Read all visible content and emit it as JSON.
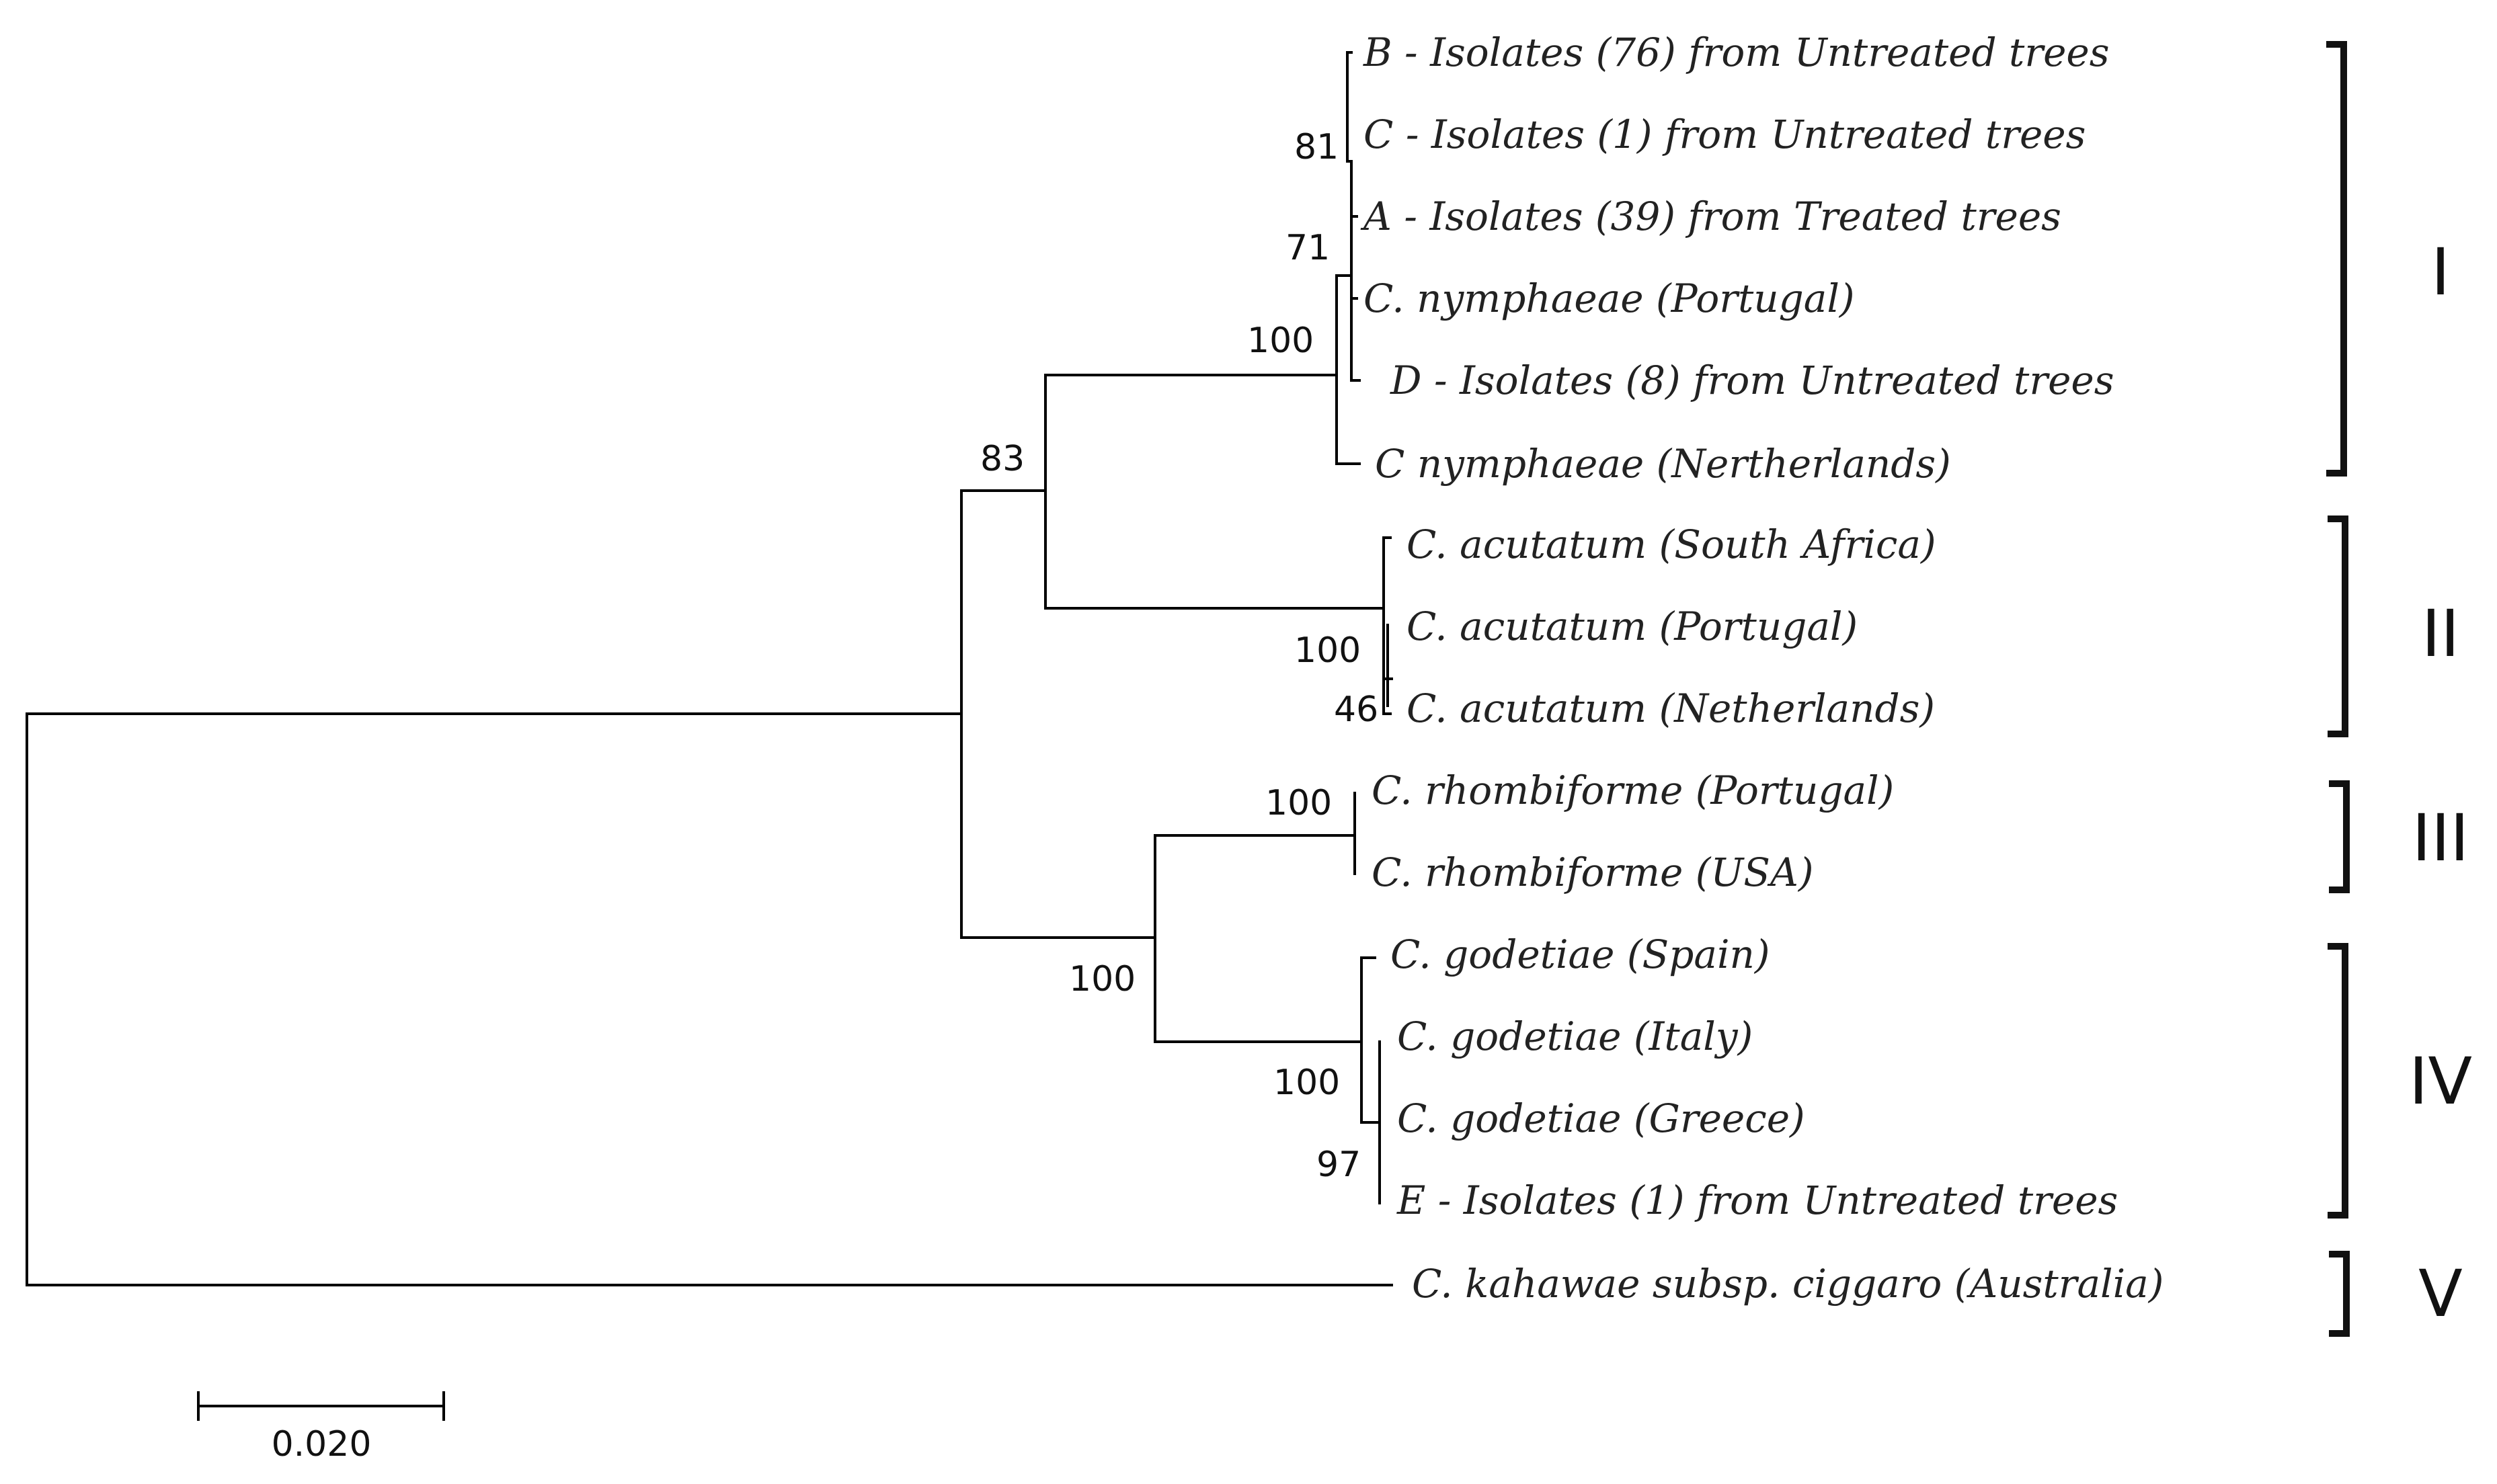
{
  "taxa": [
    {
      "id": "b-isolates",
      "label": "B - Isolates (76) from Untreated trees"
    },
    {
      "id": "c-isolates",
      "label": "C - Isolates (1) from Untreated trees"
    },
    {
      "id": "a-isolates",
      "label": "A - Isolates (39) from Treated trees"
    },
    {
      "id": "c-nymphaeae-portugal",
      "label": "C. nymphaeae (Portugal)"
    },
    {
      "id": "d-isolates",
      "label": "D - Isolates (8) from Untreated trees"
    },
    {
      "id": "c-nymphaeae-netherlands",
      "label": "C nymphaeae (Nertherlands)"
    },
    {
      "id": "c-acutatum-south-africa",
      "label": "C. acutatum (South Africa)"
    },
    {
      "id": "c-acutatum-portugal",
      "label": "C. acutatum (Portugal)"
    },
    {
      "id": "c-acutatum-netherlands",
      "label": "C. acutatum (Netherlands)"
    },
    {
      "id": "c-rhombiforme-portugal",
      "label": "C. rhombiforme (Portugal)"
    },
    {
      "id": "c-rhombiforme-usa",
      "label": "C. rhombiforme (USA)"
    },
    {
      "id": "c-godetiae-spain",
      "label": "C. godetiae (Spain)"
    },
    {
      "id": "c-godetiae-italy",
      "label": "C. godetiae (Italy)"
    },
    {
      "id": "c-godetiae-greece",
      "label": "C. godetiae (Greece)"
    },
    {
      "id": "e-isolates",
      "label": "E - Isolates (1) from Untreated trees"
    },
    {
      "id": "c-kahawae-ciggaro",
      "label": "C. kahawae subsp. ciggaro (Australia)"
    }
  ],
  "support_values": [
    "81",
    "71",
    "100",
    "83",
    "100",
    "46",
    "100",
    "100",
    "100",
    "97"
  ],
  "groups": [
    "I",
    "II",
    "III",
    "IV",
    "V"
  ],
  "scale_bar": {
    "value": 0.02,
    "label": "0.020"
  }
}
